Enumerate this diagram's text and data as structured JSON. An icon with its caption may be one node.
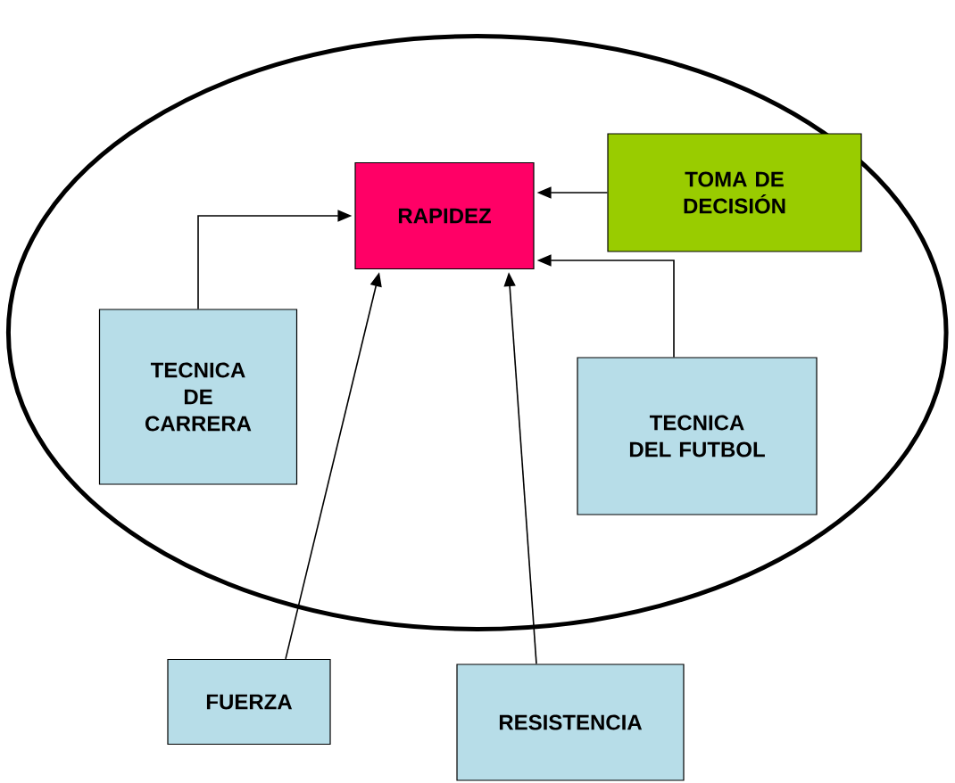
{
  "diagram": {
    "nodes": [
      {
        "text": [],
        "shape": "ellipse"
      },
      {
        "text": [
          "RAPIDEZ"
        ],
        "in": 0
      },
      {
        "text": [
          "TOMA DE DECISIÓN"
        ],
        "in": 0
      },
      {
        "text": [
          "TECNICA DE CARRERA"
        ],
        "in": 0
      },
      {
        "text": [
          "TECNICA DEL FUTBOL"
        ],
        "in": 0
      },
      {
        "text": [
          "FUERZA"
        ]
      },
      {
        "text": [
          "RESISTENCIA"
        ]
      }
    ],
    "edges": [
      {
        "from": 2,
        "to": 1,
        "arrow": "to"
      },
      {
        "from": 3,
        "to": 1,
        "arrow": "to"
      },
      {
        "from": 4,
        "to": 1,
        "arrow": "to"
      },
      {
        "from": 5,
        "to": 1,
        "arrow": "to"
      },
      {
        "from": 6,
        "to": 1,
        "arrow": "to"
      }
    ]
  }
}
